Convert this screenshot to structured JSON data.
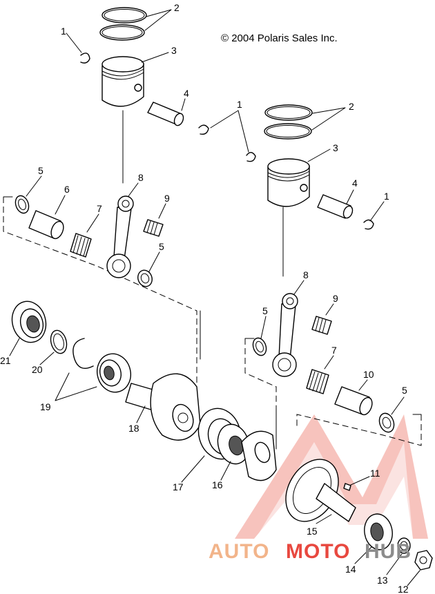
{
  "copyright": "© 2004 Polaris Sales Inc.",
  "watermark": {
    "part1": "AUTO",
    "part2": "MOTO",
    "part3": "HUB",
    "color_red": "#e8483f",
    "color_orange": "#f2b48a",
    "color_gray": "#8c8c8c"
  },
  "callouts": {
    "c1a": "1",
    "c2a": "2",
    "c3a": "3",
    "c4a": "4",
    "c1b": "1",
    "c2b": "2",
    "c3b": "3",
    "c4b": "4",
    "c1c": "1",
    "c5a": "5",
    "c6": "6",
    "c7a": "7",
    "c8a": "8",
    "c9a": "9",
    "c5b": "5",
    "c8b": "8",
    "c9b": "9",
    "c5c": "5",
    "c7b": "7",
    "c10": "10",
    "c5d": "5",
    "c21": "21",
    "c20": "20",
    "c19": "19",
    "c18": "18",
    "c17": "17",
    "c16": "16",
    "c15": "15",
    "c11": "11",
    "c14": "14",
    "c13": "13",
    "c12": "12"
  }
}
